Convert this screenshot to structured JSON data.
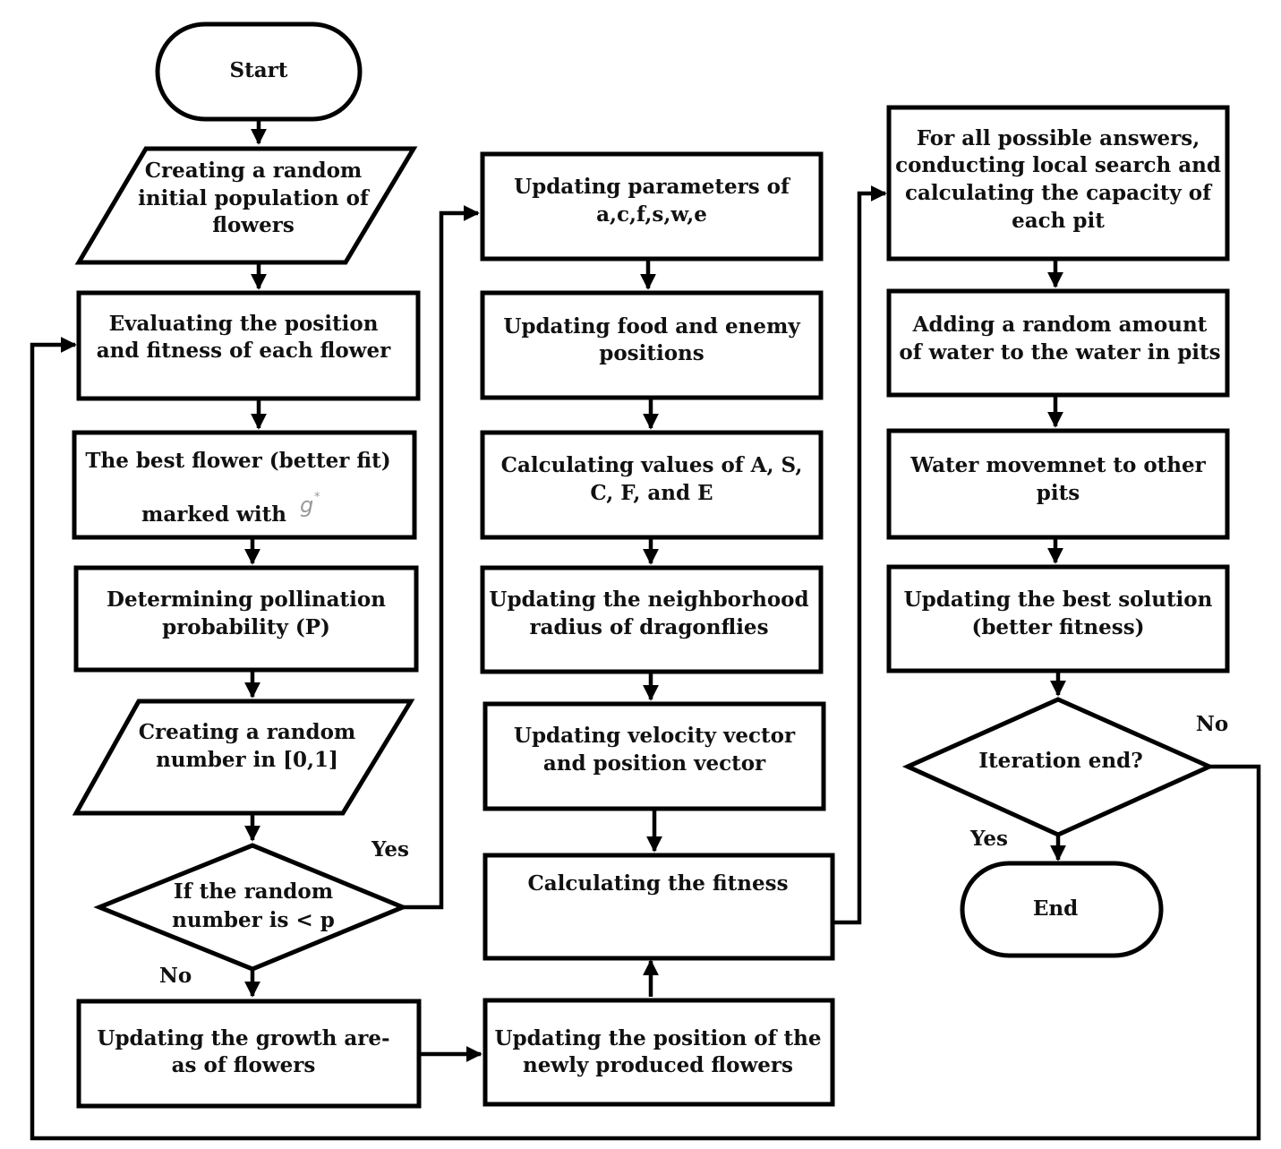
{
  "nodes": {
    "start": "Start",
    "init_pop": [
      "Creating a random",
      "initial population of",
      "flowers"
    ],
    "evaluate": [
      "Evaluating the position",
      "and fitness of each flower"
    ],
    "best_flower": [
      "The best flower (better fit)",
      "marked with"
    ],
    "best_flower_symbol": "g",
    "best_flower_symbol_sup": "*",
    "pollination": [
      "Determining pollination",
      "probability (P)"
    ],
    "random_number": [
      "Creating a random",
      "number in [0,1]"
    ],
    "decision_random": [
      "If the random",
      "number is < p"
    ],
    "growth_areas": [
      "Updating the growth are-",
      "as of flowers"
    ],
    "update_params": [
      "Updating parameters of",
      "a,c,f,s,w,e"
    ],
    "food_enemy": [
      "Updating food and enemy",
      "positions"
    ],
    "calc_values": [
      "Calculating values of A, S,",
      "C, F, and E"
    ],
    "neighborhood": [
      "Updating the neighborhood",
      "radius of dragonflies"
    ],
    "velocity": [
      "Updating velocity vector",
      "and position vector"
    ],
    "calc_fitness": [
      "Calculating the fitness"
    ],
    "new_flowers": [
      "Updating the position of the",
      "newly produced flowers"
    ],
    "local_search": [
      "For all possible answers,",
      "conducting local search and",
      "calculating the capacity of",
      "each pit"
    ],
    "add_water": [
      "Adding a random amount",
      "of water to the water in pits"
    ],
    "water_move": [
      "Water movemnet to other",
      "pits"
    ],
    "best_solution": [
      "Updating the best solution",
      "(better fitness)"
    ],
    "decision_iter": [
      "Iteration end?"
    ],
    "end": "End"
  },
  "edge_labels": {
    "decision_random_yes": "Yes",
    "decision_random_no": "No",
    "decision_iter_no": "No",
    "decision_iter_yes": "Yes"
  }
}
